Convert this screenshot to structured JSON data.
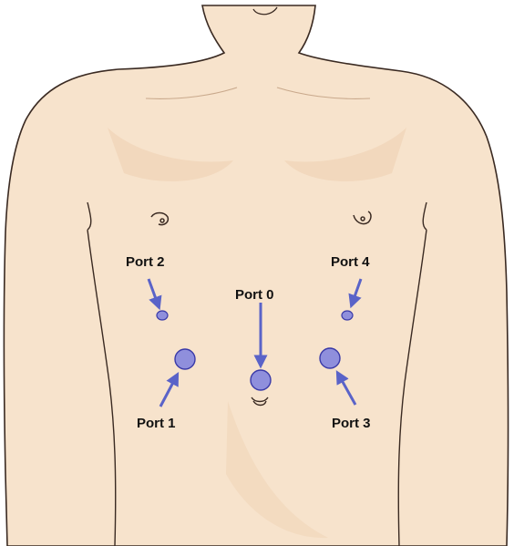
{
  "figure": {
    "colors": {
      "skin": "#f7e3cc",
      "skin_shadow": "#eed0b1",
      "outline": "#3a2a22",
      "port_fill": "#8f8fdc",
      "port_stroke": "#3a3aa8",
      "arrow": "#5a63c8",
      "label": "#111111"
    }
  },
  "ports": [
    {
      "id": "port-0",
      "label": "Port 0",
      "size": "large"
    },
    {
      "id": "port-1",
      "label": "Port 1",
      "size": "large"
    },
    {
      "id": "port-2",
      "label": "Port 2",
      "size": "small"
    },
    {
      "id": "port-3",
      "label": "Port 3",
      "size": "large"
    },
    {
      "id": "port-4",
      "label": "Port 4",
      "size": "small"
    }
  ]
}
